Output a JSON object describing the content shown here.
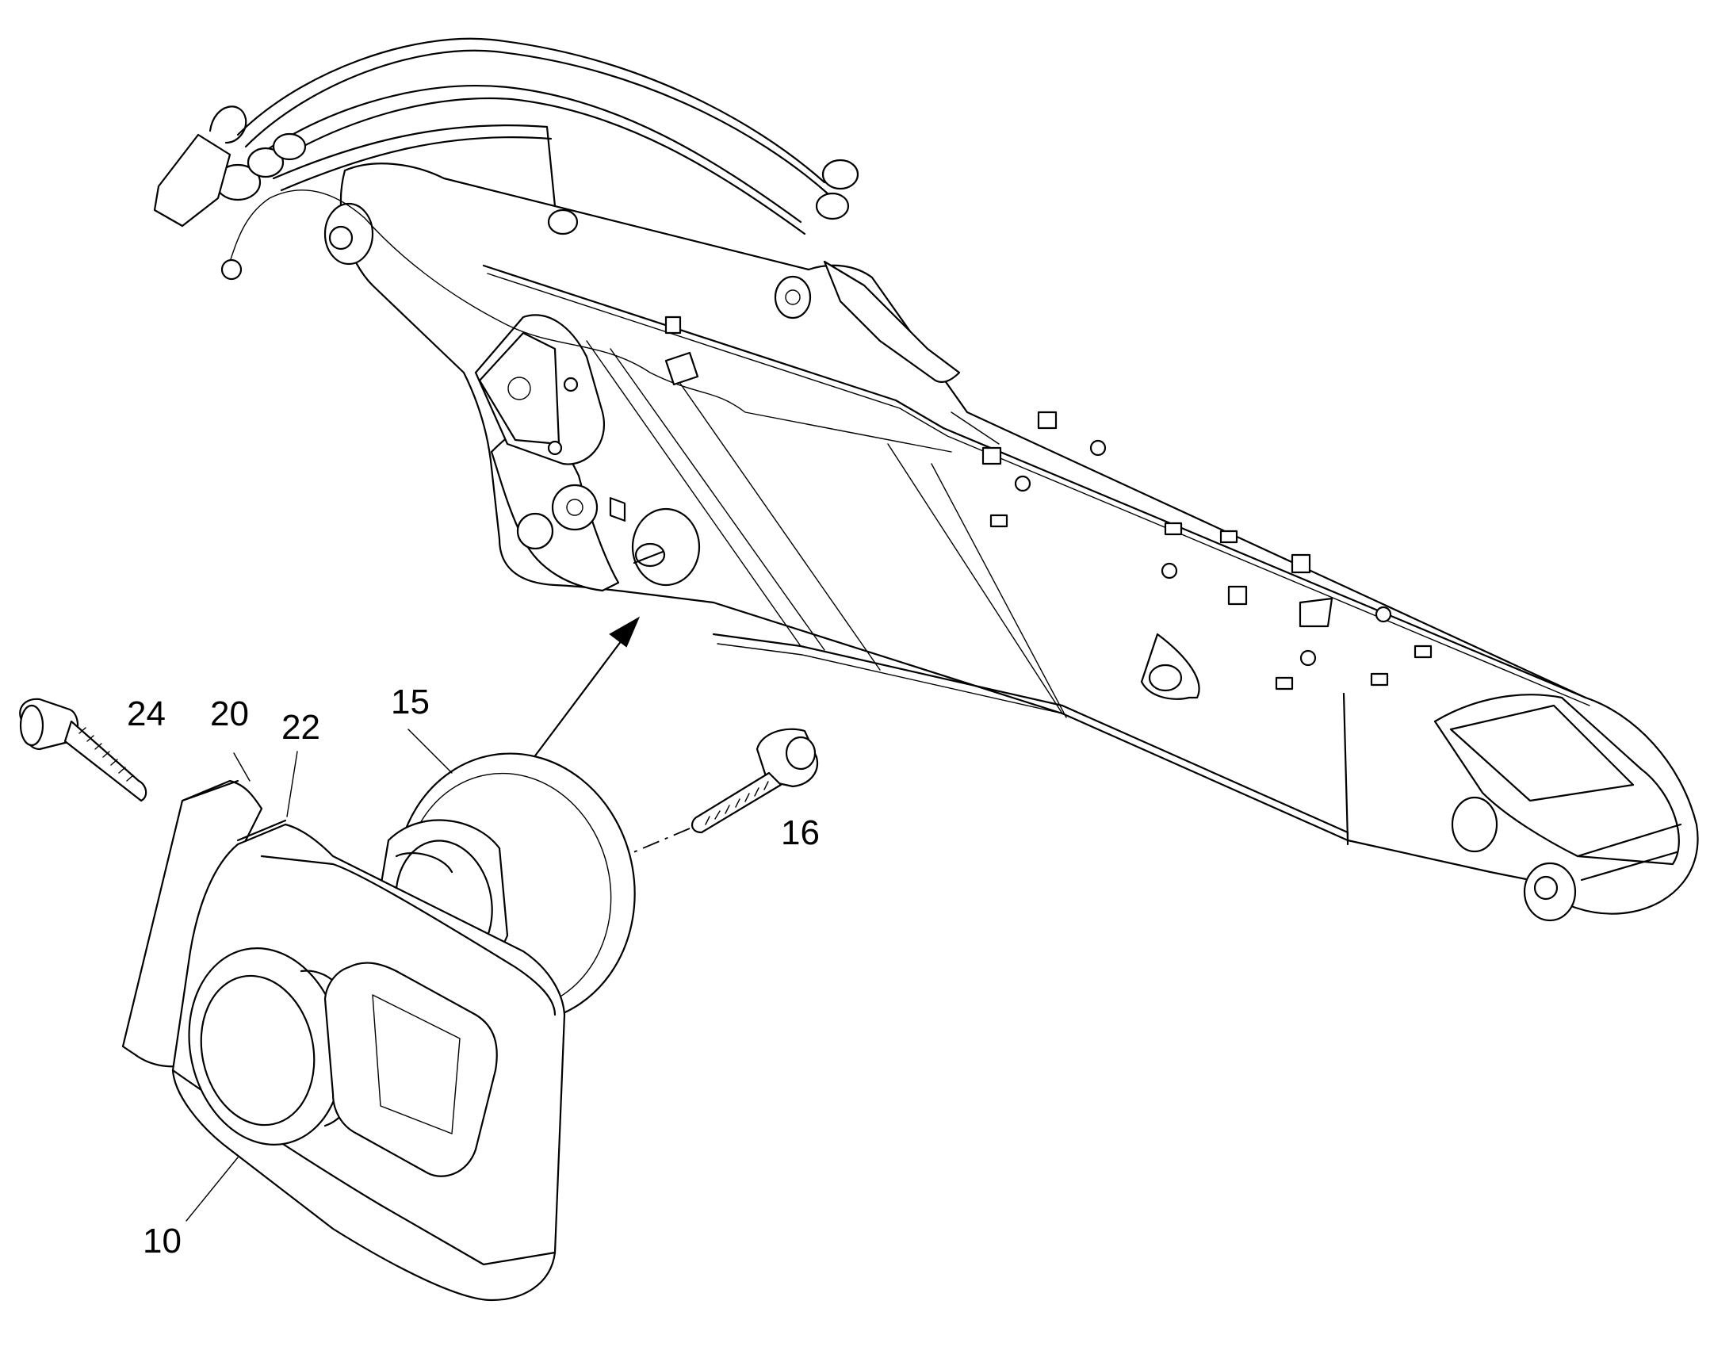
{
  "diagram": {
    "callouts": [
      {
        "id": "24",
        "label": "24"
      },
      {
        "id": "20",
        "label": "20"
      },
      {
        "id": "22",
        "label": "22"
      },
      {
        "id": "15",
        "label": "15"
      },
      {
        "id": "16",
        "label": "16"
      },
      {
        "id": "10",
        "label": "10"
      }
    ],
    "colors": {
      "ink": "#000000",
      "paper": "#ffffff"
    }
  }
}
